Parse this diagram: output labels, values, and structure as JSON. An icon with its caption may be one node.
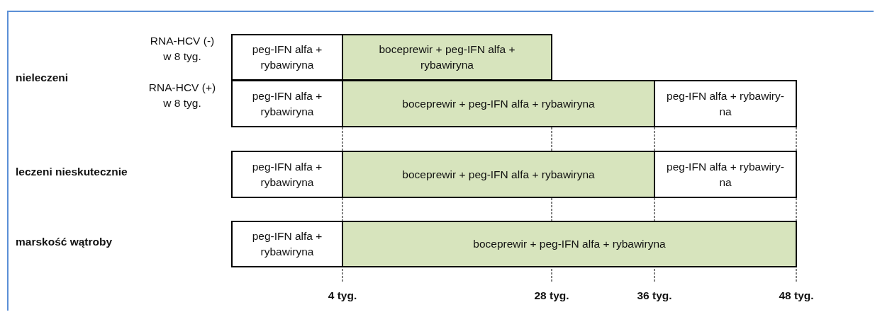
{
  "diagram": {
    "nodes": [
      {
        "text": [
          "peg-IFN alfa + rybawiryna"
        ]
      },
      {
        "text": [
          "boceprewir + peg-IFN alfa + rybawiryna"
        ]
      },
      {
        "text": [
          "peg-IFN alfa + rybawiryna"
        ]
      },
      {
        "text": [
          "boceprewir + peg-IFN alfa + rybawiryna"
        ]
      },
      {
        "text": [
          "peg-IFN alfa + rybawiry- na"
        ]
      },
      {
        "text": [
          "peg-IFN alfa + rybawiryna"
        ]
      },
      {
        "text": [
          "boceprewir + peg-IFN alfa + rybawiryna"
        ]
      },
      {
        "text": [
          "peg-IFN alfa + rybawiry- na"
        ]
      },
      {
        "text": [
          "peg-IFN alfa + rybawiryna"
        ]
      },
      {
        "text": [
          "boceprewir + peg-IFN alfa + rybawiryna"
        ]
      }
    ],
    "edges": [],
    "labels": [
      "RNA-HCV (-) w 8 tyg.",
      "nieleczeni",
      "RNA-HCV (+) w 8 tyg.",
      "leczeni nieskutecznie",
      "marskość wątroby",
      "4 tyg.",
      "28 tyg.",
      "36 tyg.",
      "48 tyg."
    ]
  }
}
